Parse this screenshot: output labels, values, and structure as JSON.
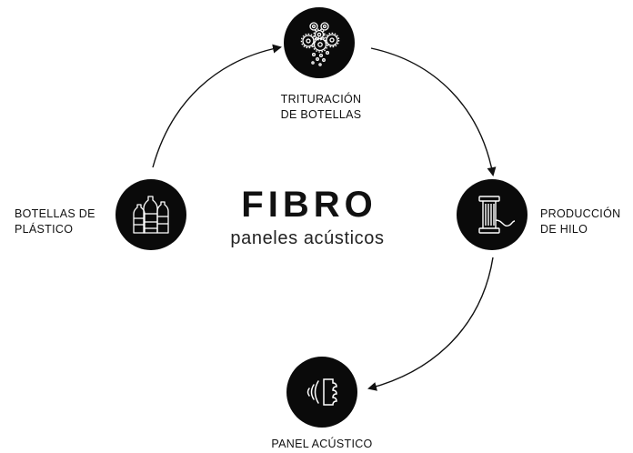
{
  "center": {
    "title": "FIBRO",
    "subtitle": "paneles acústicos"
  },
  "nodes": [
    {
      "id": "trituracion",
      "icon": "gears-icon",
      "label_lines": [
        "TRITURACIÓN",
        "DE BOTELLAS"
      ]
    },
    {
      "id": "hilo",
      "icon": "thread-spool-icon",
      "label_lines": [
        "PRODUCCIÓN",
        "DE HILO"
      ]
    },
    {
      "id": "panel",
      "icon": "acoustic-panel-icon",
      "label_lines": [
        "PANEL ACÚSTICO"
      ]
    },
    {
      "id": "botellas",
      "icon": "plastic-bottles-icon",
      "label_lines": [
        "BOTELLAS DE",
        "PLÁSTICO"
      ]
    }
  ],
  "colors": {
    "node_fill": "#0a0a0a",
    "icon_stroke": "#ffffff",
    "arrow": "#111111",
    "background": "#ffffff"
  }
}
